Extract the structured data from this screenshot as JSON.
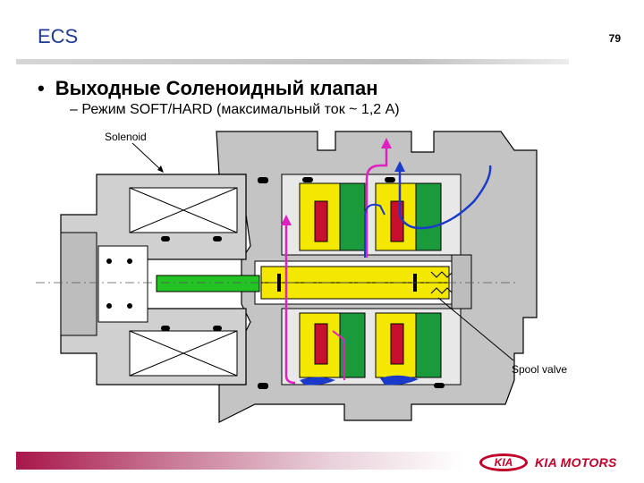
{
  "header": {
    "title": "ECS",
    "page_number": "79"
  },
  "content": {
    "bullet": "Выходные Соленоидный клапан",
    "sub_bullet": "Режим SOFT/HARD (максимальный ток ~ 1,2 A)"
  },
  "diagram": {
    "labels": {
      "solenoid": "Solenoid",
      "spool_valve": "Spool valve"
    },
    "colors": {
      "housing": "#c4c4c4",
      "spool": "#f5e800",
      "plunger": "#22c322",
      "seal": "#1a9a3a",
      "spring": "#c8102e",
      "flow_blue": "#1a3acc",
      "flow_magenta": "#e020c0"
    }
  },
  "footer": {
    "logo_mark": "KIA",
    "logo_text": "KIA MOTORS",
    "brand_color": "#c0002a"
  }
}
